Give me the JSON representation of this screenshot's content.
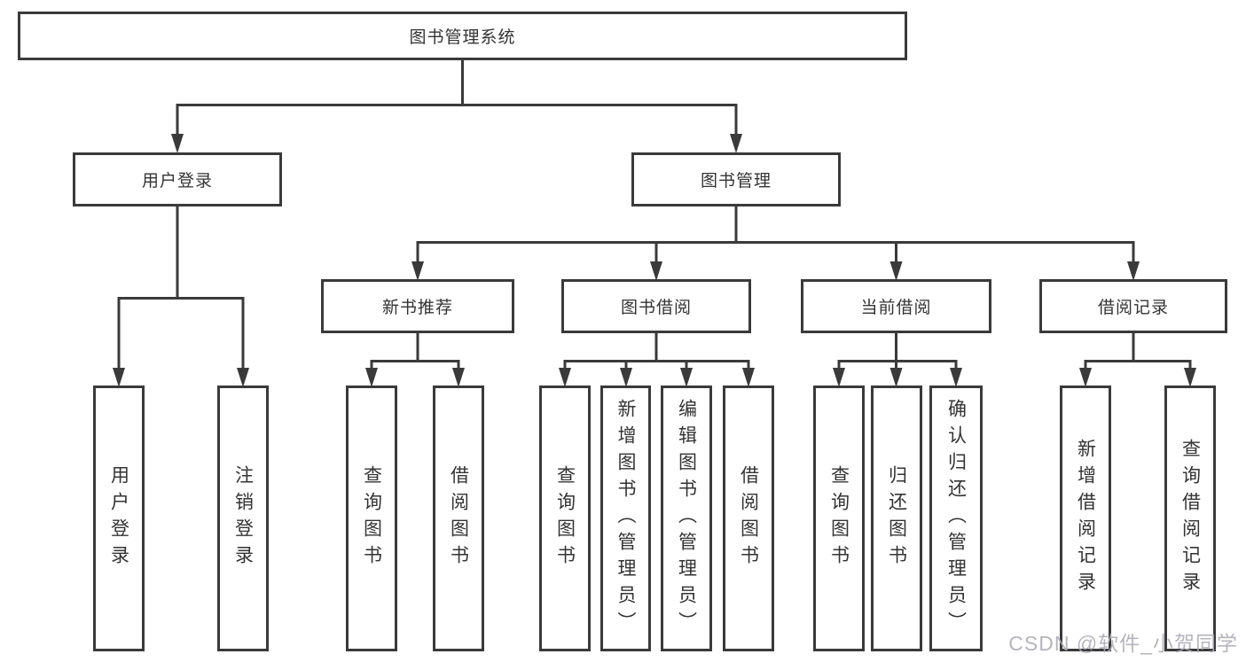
{
  "tree": {
    "root": {
      "label": "图书管理系统"
    },
    "children": [
      {
        "label": "用户登录",
        "children": [
          {
            "label": "用户登录"
          },
          {
            "label": "注销登录"
          }
        ]
      },
      {
        "label": "图书管理",
        "children": [
          {
            "label": "新书推荐",
            "children": [
              {
                "label": "查询图书"
              },
              {
                "label": "借阅图书"
              }
            ]
          },
          {
            "label": "图书借阅",
            "children": [
              {
                "label": "查询图书"
              },
              {
                "label": "新增图书（管理员）"
              },
              {
                "label": "编辑图书（管理员）"
              },
              {
                "label": "借阅图书"
              }
            ]
          },
          {
            "label": "当前借阅",
            "children": [
              {
                "label": "查询图书"
              },
              {
                "label": "归还图书"
              },
              {
                "label": "确认归还（管理员）"
              }
            ]
          },
          {
            "label": "借阅记录",
            "children": [
              {
                "label": "新增借阅记录"
              },
              {
                "label": "查询借阅记录"
              }
            ]
          }
        ]
      }
    ]
  },
  "watermark": {
    "text": "CSDN @软件_小贺同学"
  },
  "colors": {
    "line": "#3a3a3a",
    "text": "#333333",
    "background": "#ffffff",
    "watermark": "#ababb3"
  }
}
